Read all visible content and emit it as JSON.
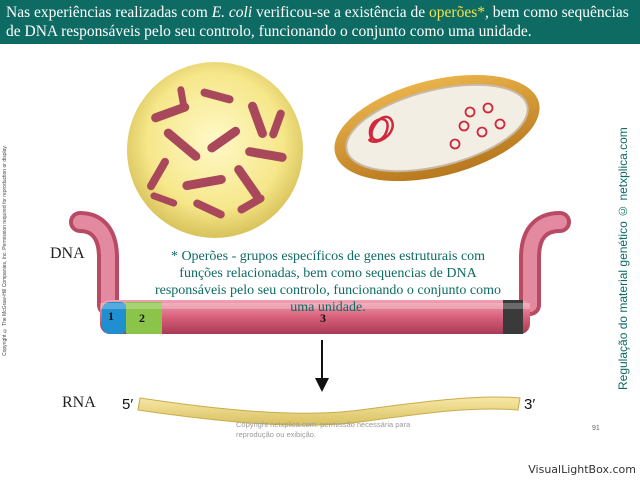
{
  "header": {
    "part1": "Nas experiências realizadas com ",
    "organism": "E. coli",
    "part2": " verificou-se a existência de ",
    "highlight": "operões*",
    "part3": ", bem como sequências de DNA responsáveis pelo seu controlo, funcionando o conjunto como uma unidade."
  },
  "footnote": "* Operões - grupos específicos de genes estruturais com funções relacionadas, bem como sequencias de DNA responsáveis pelo seu controlo, funcionando o conjunto como uma unidade.",
  "labels": {
    "dna": "DNA",
    "rna": "RNA",
    "seg1": "1",
    "seg2": "2",
    "seg3": "3",
    "five_prime": "5′",
    "three_prime": "3′"
  },
  "copyright_vertical": "Copyright © The McGraw-Hill Companies, Inc. Permission required for reproduction or display.",
  "side_credit": "Regulação do material genético © netxplica.com",
  "page_number": "91",
  "watermark": "Copyright netxplica.com: permissão necessária para reprodução ou exibição.",
  "visuallightbox": "VisualLightBox.com",
  "colors": {
    "header_bg": "#0e6b63",
    "highlight": "#f3e24a",
    "dna_body": "#d9607b",
    "segment1": "#1f8fd0",
    "segment2": "#8cc34a",
    "segment_end": "#3a3a3a",
    "rna": "#f0dd8a"
  }
}
